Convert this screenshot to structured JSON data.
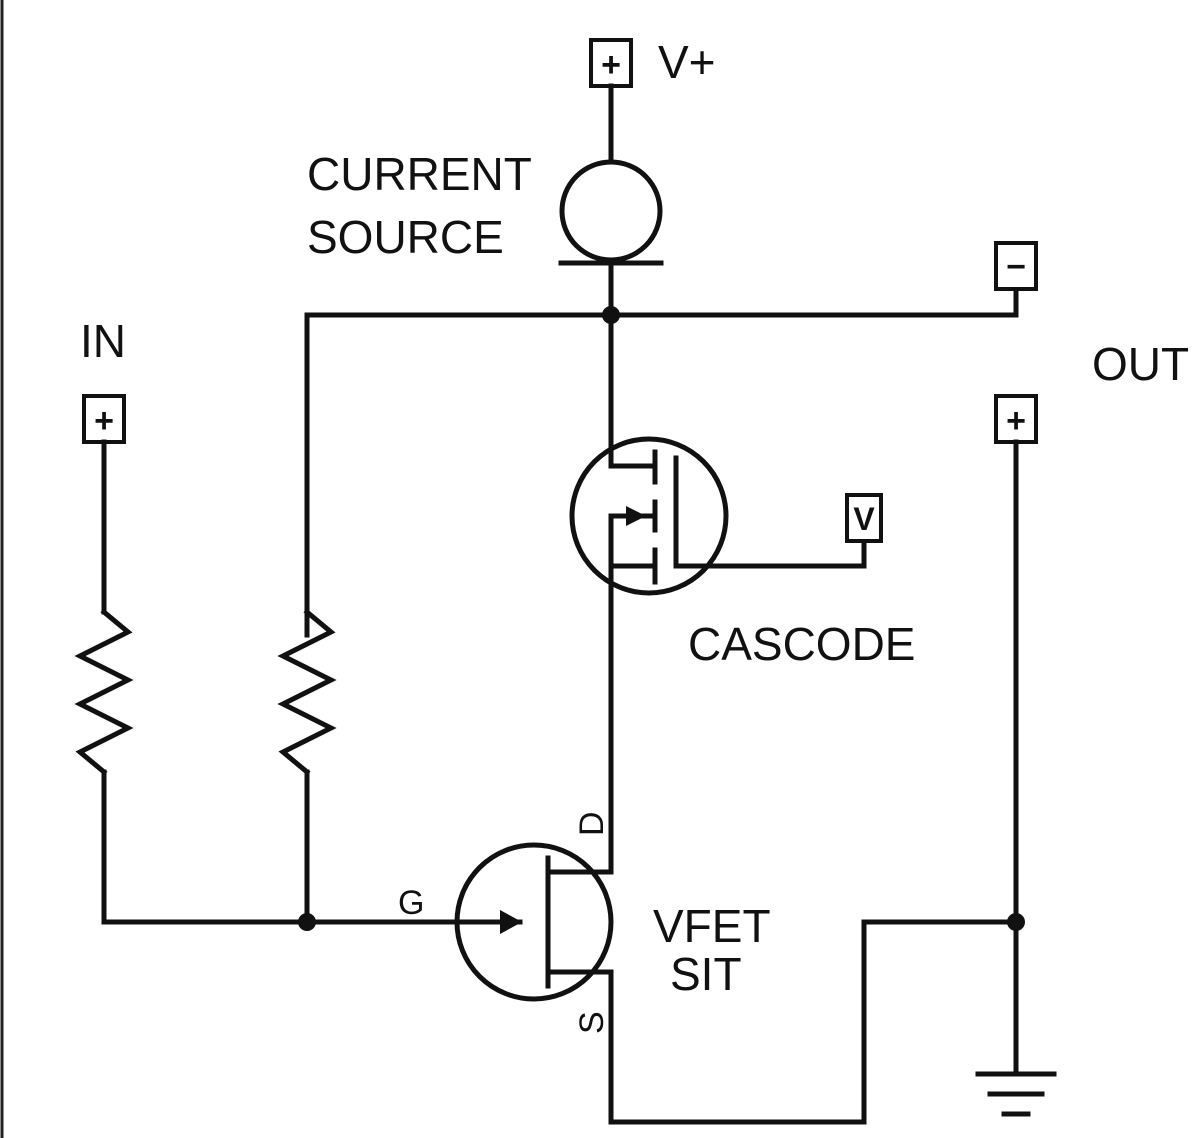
{
  "terminals": {
    "vplus": {
      "symbol": "+",
      "label": "V+"
    },
    "minus": {
      "symbol": "−"
    },
    "in": {
      "symbol": "+",
      "label": "IN"
    },
    "out": {
      "symbol": "+",
      "label": "OUT"
    },
    "bias": {
      "symbol": "V"
    }
  },
  "components": {
    "current_source": {
      "line1": "CURRENT",
      "line2": "SOURCE"
    },
    "cascode": {
      "label": "CASCODE"
    },
    "vfet": {
      "line1": "VFET",
      "line2": "SIT",
      "pin_gate": "G",
      "pin_drain": "D",
      "pin_source": "S"
    }
  }
}
